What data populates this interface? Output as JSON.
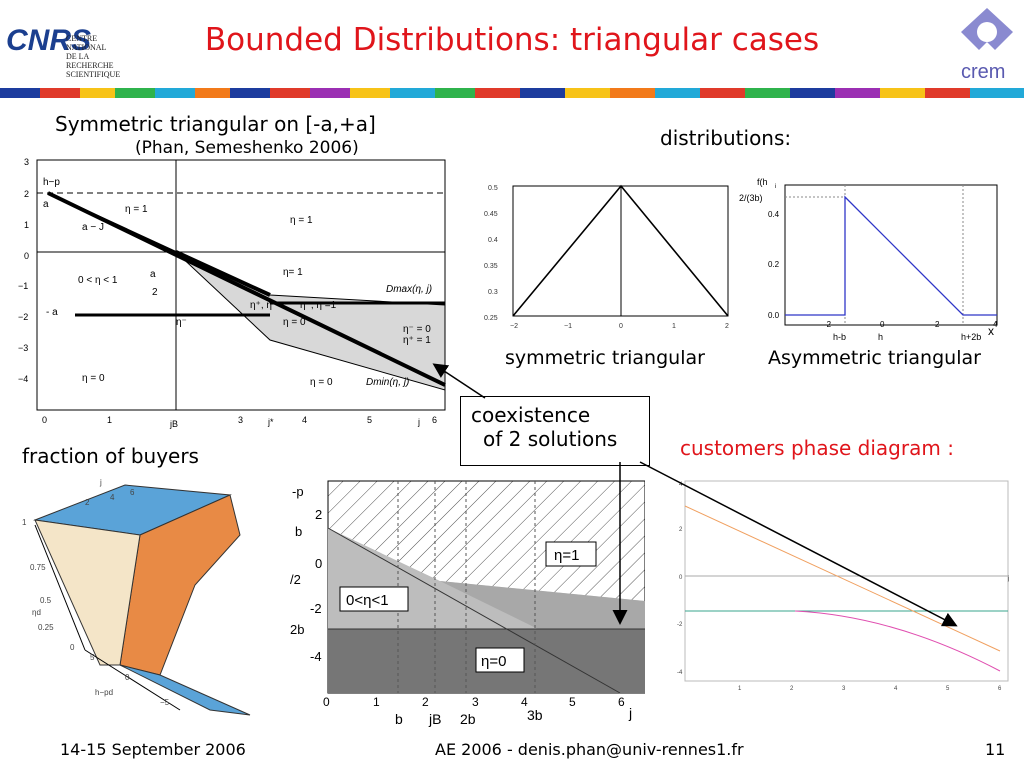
{
  "title": "Bounded Distributions: triangular cases",
  "logo_left": {
    "lines": [
      "CENTRE NATIONAL",
      "DE LA RECHERCHE",
      "SCIENTIFIQUE"
    ],
    "wordmark": "CNRS"
  },
  "logo_right": {
    "wordmark": "crem"
  },
  "symmetric_heading": "Symmetric triangular on [-a,+a]",
  "symmetric_citation": "(Phan, Semeshenko 2006)",
  "distributions_label": "distributions:",
  "symmetric_label": "symmetric triangular",
  "asymmetric_label": "Asymmetric triangular",
  "coexistence_label_line1": "coexistence",
  "coexistence_label_line2": "of 2 solutions",
  "fraction_label": "fraction of buyers",
  "customers_label": "customers phase diagram :",
  "footer": {
    "date": "14-15 September 2006",
    "center": "AE 2006 - denis.phan@univ-rennes1.fr",
    "page": "11"
  },
  "phase_left": {
    "y_ticks": [
      "3",
      "2",
      "1",
      "0",
      "−1",
      "−2",
      "−3",
      "−4"
    ],
    "x_ticks": [
      "0",
      "1",
      "jB",
      "3",
      "j*",
      "4",
      "5",
      "j",
      "6"
    ],
    "labels": {
      "hp": "h−p",
      "a": "a",
      "aJ": "a − J",
      "eta1_top": "η = 1",
      "eta1_right": "η = 1",
      "between": "0 < η < 1",
      "frac": "a",
      "frac_den": "2",
      "minus_a": "- a",
      "eta1_mid": "η= 1",
      "eta0_left": "η = 0",
      "eta0_right": "η = 0",
      "dmax": "Dmax(η, j)",
      "dmin": "Dmin(η, j)",
      "eta_minus": "η⁻",
      "eta_pair": "η⁺, η",
      "eta_pair2": "η⁻, η =1",
      "eta_eq0": "η = 0",
      "eta_eq0b": "η⁻ = 0",
      "eta_eq1b": "η⁺ = 1"
    }
  },
  "sym_plot": {
    "x_ticks": [
      "−2",
      "−1",
      "0",
      "1",
      "2"
    ],
    "y_ticks": [
      "0.5",
      "0.45",
      "0.4",
      "0.35",
      "0.3",
      "0.25"
    ]
  },
  "asym_plot": {
    "y_title": "f(h",
    "y_title_sub": "i",
    "y_peak": "2/(3b)",
    "y_ticks": [
      "0.4",
      "0.2",
      "0.0"
    ],
    "x_ticks": [
      "-2",
      "0",
      "2",
      "4"
    ],
    "x_marks": [
      "h-b",
      "h",
      "h+2b"
    ],
    "x_axis": "x"
  },
  "surface_plot": {
    "axis_top": "j",
    "axis_top_ticks": [
      "2",
      "4",
      "6"
    ],
    "z_ticks": [
      "1",
      "0.75",
      "0.5",
      "0.25",
      "0"
    ],
    "z_label": "ηd",
    "x_label": "h−pd",
    "x_ticks": [
      "5",
      "0",
      "−5"
    ]
  },
  "center_plot": {
    "y_ticks": [
      "-p",
      "2",
      "b",
      "0",
      "/2",
      "-2",
      "2b",
      "-4"
    ],
    "x_ticks": [
      "0",
      "1",
      "2",
      "3",
      "4",
      "5",
      "6"
    ],
    "x_marks": [
      "b",
      "jB",
      "2b",
      "3b"
    ],
    "x_axis": "j",
    "region_eta1": "η=1",
    "region_between": "0<η<1",
    "region_eta0": "η=0"
  },
  "right_plot": {
    "y_ticks": [
      "4",
      "2",
      "0",
      "-2",
      "-4"
    ],
    "x_ticks": [
      "1",
      "2",
      "3",
      "4",
      "5",
      "6"
    ],
    "x_axis": "j"
  }
}
